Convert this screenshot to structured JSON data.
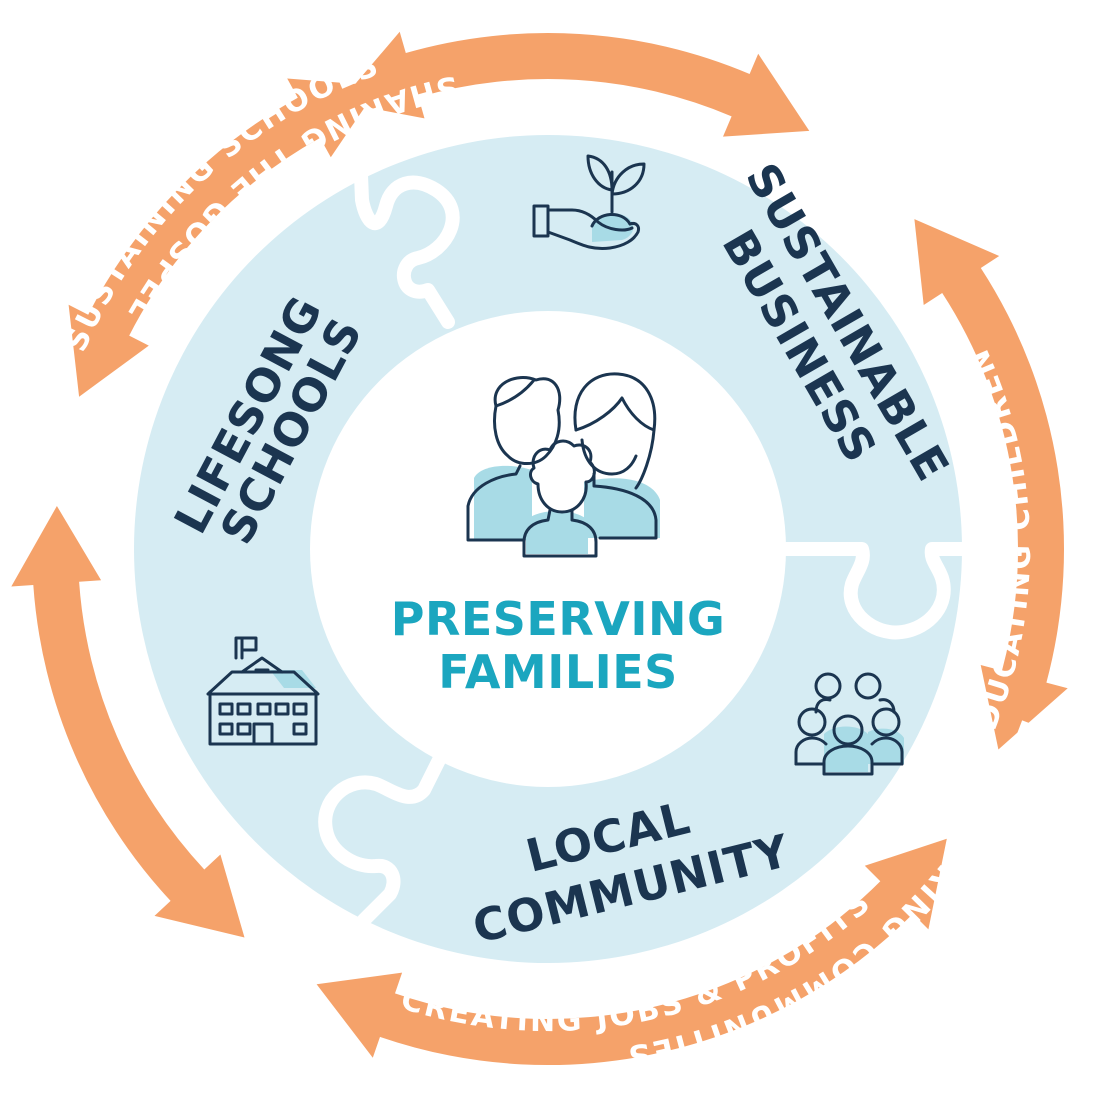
{
  "center": {
    "line1": "PRESERVING",
    "line2": "FAMILIES",
    "icon": "family-icon"
  },
  "segments": {
    "lifesong": {
      "line1": "LIFESONG",
      "line2": "SCHOOLS",
      "icon": "school-building-icon"
    },
    "business": {
      "line1": "SUSTAINABLE",
      "line2": "BUSINESS",
      "icon": "hand-plant-icon"
    },
    "community": {
      "line1": "LOCAL",
      "line2": "COMMUNITY",
      "icon": "people-group-icon"
    }
  },
  "arrows": {
    "educating": "EDUCATING CHILDREN",
    "creating": "CREATING JOBS & PROFITS",
    "empowering": "EMPOWERING COMMUNITIES",
    "sustaining": "SUSTAINING SCHOOLS",
    "sharing": "SHARING THE GOSPEL"
  },
  "colors": {
    "arrow": "#f5a26a",
    "ring": "#d6ecf3",
    "navy": "#1b3550",
    "teal": "#1ba6bf",
    "icon_fill": "#a8dbe6"
  }
}
